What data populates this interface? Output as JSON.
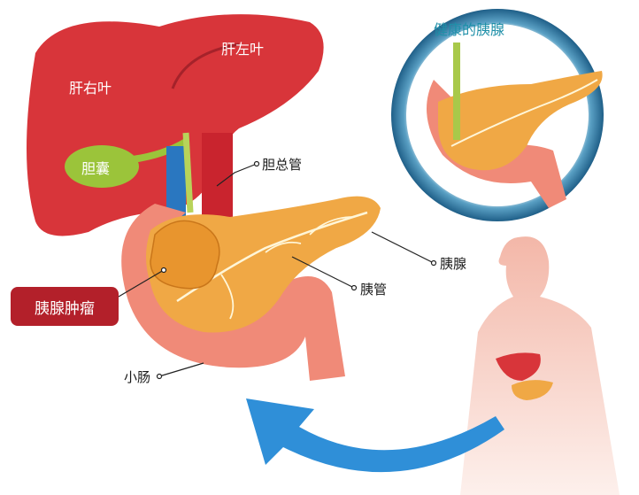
{
  "labels": {
    "liver_right_lobe": "肝右叶",
    "liver_left_lobe": "肝左叶",
    "gallbladder": "胆囊",
    "common_bile_duct": "胆总管",
    "pancreas": "胰腺",
    "pancreatic_duct": "胰管",
    "pancreatic_tumor": "胰腺肿瘤",
    "small_intestine": "小肠",
    "healthy_pancreas": "健康的胰腺"
  },
  "colors": {
    "liver": "#d8353a",
    "pancreas": "#f0a845",
    "duodenum": "#f08a78",
    "tumor_box": "#b3202a",
    "inset_ring": "#1f6f98",
    "arrow": "#2f8fd8"
  }
}
